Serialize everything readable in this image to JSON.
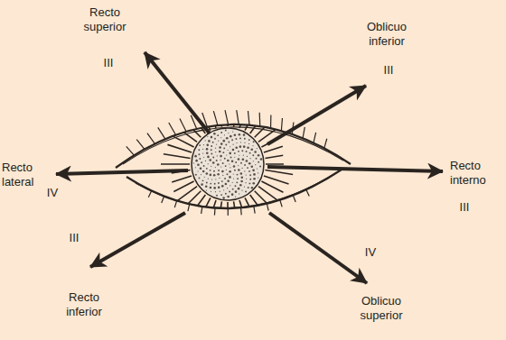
{
  "diagram": {
    "labels": [
      "Recto superior",
      "III",
      "Oblicuo inferior",
      "III",
      "Recto lateral",
      "IV",
      "Recto interno",
      "III",
      "III",
      "Recto inferior",
      "IV",
      "Oblicuo superior"
    ]
  }
}
